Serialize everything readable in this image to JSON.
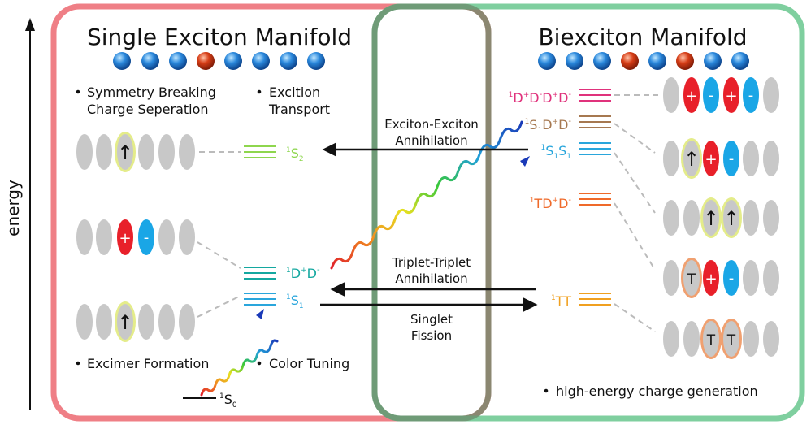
{
  "axis": {
    "label": "energy"
  },
  "single_panel": {
    "title": "Single Exciton Manifold",
    "border_color": "#ef7f86",
    "bullets": {
      "symmetry_line1": "Symmetry Breaking",
      "symmetry_line2": "Charge Seperation",
      "transport_line1": "Excition",
      "transport_line2": "Transport",
      "excimer": "Excimer Formation",
      "color_tuning": "Color Tuning"
    },
    "levels": {
      "s2_pre": "1",
      "s2_main": "S",
      "s2_sub": "2",
      "dd_pre": "1",
      "dd_a": "D",
      "dd_plus": "+",
      "dd_b": "D",
      "dd_minus": "-",
      "s1_pre": "1",
      "s1_main": "S",
      "s1_sub": "1",
      "s0_pre": "1",
      "s0_main": "S",
      "s0_sub": "0"
    }
  },
  "bi_panel": {
    "title": "Biexciton Manifold",
    "border_color": "#7fcf9f",
    "bullet": "high-energy charge generation",
    "levels": {
      "dddd": {
        "pre": "1",
        "a": "D",
        "ap": "+",
        "b": "D",
        "bm": "-",
        "c": "D",
        "cp": "+",
        "d": "D",
        "dm": "-"
      },
      "s1dd": {
        "pre": "1",
        "s": "S",
        "sub": "1",
        "a": "D",
        "ap": "+",
        "b": "D",
        "bm": "-"
      },
      "s1s1": {
        "pre": "1",
        "s1": "S",
        "sub1": "1",
        "s2": "S",
        "sub2": "1"
      },
      "tdd": {
        "pre": "1",
        "t": "TD",
        "tp": "+",
        "d": "D",
        "dm": "-"
      },
      "tt": {
        "pre": "1",
        "t": "TT"
      }
    }
  },
  "processes": {
    "eea_line1": "Exciton-Exciton",
    "eea_line2": "Annihilation",
    "tta_line1": "Triplet-Triplet",
    "tta_line2": "Annihilation",
    "sf_line1": "Singlet",
    "sf_line2": "Fission"
  },
  "symbols": {
    "plus": "+",
    "minus": "-",
    "triplet": "T",
    "spin_up": "↑"
  },
  "colors": {
    "molecule": "#c8c8c8",
    "cation": "#e8202a",
    "anion": "#1aa6e6",
    "exciton_halo": "#e4ec8a",
    "triplet_halo": "#f0a070",
    "sphere_blue": "#2a7fd4",
    "sphere_red": "#d23a1a",
    "s2_level": "#8ed64e",
    "dd_level": "#14a8a0",
    "s1_level": "#2aa6dc",
    "dddd_level": "#e0327c",
    "s1dd_level": "#a67850",
    "s1s1_level": "#2aa6dc",
    "tdd_level": "#ef6a2a",
    "tt_level": "#f0a020"
  }
}
